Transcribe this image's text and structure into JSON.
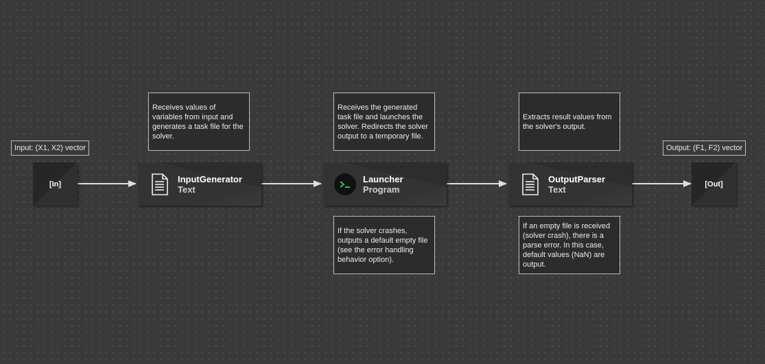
{
  "nodes": {
    "in_port": {
      "label": "[In]"
    },
    "out_port": {
      "label": "[Out]"
    },
    "input_generator": {
      "name": "InputGenerator",
      "type": "Text",
      "icon": "text-file-icon"
    },
    "launcher": {
      "name": "Launcher",
      "type": "Program",
      "icon": "terminal-icon"
    },
    "output_parser": {
      "name": "OutputParser",
      "type": "Text",
      "icon": "text-file-icon"
    }
  },
  "labels": {
    "input": "Input: (X1, X2) vector",
    "output": "Output: (F1, F2) vector"
  },
  "notes": {
    "input_generator": "Receives values of variables from input and generates a task file for the solver.",
    "launcher_top": "Receives the generated task file and launches the solver. Redirects the solver output to a temporary file.",
    "launcher_bottom": "If the solver crashes, outputs a default empty file (see the error handling behavior option).",
    "output_parser_top": "Extracts result values from the solver's output.",
    "output_parser_bottom": "If an empty file is received (solver crash), there is a parse error. In this case, default values (NaN) are output."
  },
  "colors": {
    "background": "#3a3a3a",
    "node": "#333333",
    "note_border": "#bdbdbd",
    "wire": "#e0e0e0",
    "terminal_prompt": "#22c55e"
  }
}
